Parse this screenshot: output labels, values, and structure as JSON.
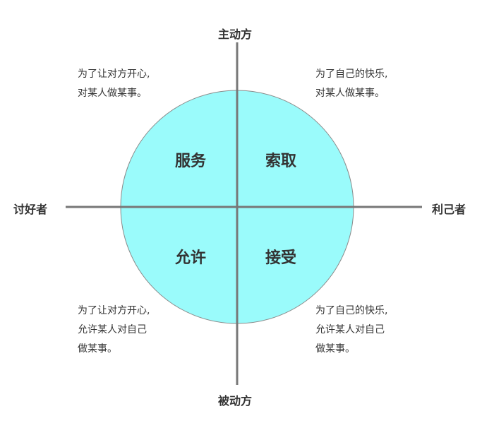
{
  "axes": {
    "top": "主动方",
    "bottom": "被动方",
    "left": "讨好者",
    "right": "利己者"
  },
  "quadrants": {
    "top_left": {
      "label": "服务",
      "desc": [
        "为了让对方开心,",
        "对某人做某事。"
      ]
    },
    "top_right": {
      "label": "索取",
      "desc": [
        "为了自己的快乐,",
        "对某人做某事。"
      ]
    },
    "bottom_left": {
      "label": "允许",
      "desc": [
        "为了让对方开心,",
        "允许某人对自己",
        "做某事。"
      ]
    },
    "bottom_right": {
      "label": "接受",
      "desc": [
        "为了自己的快乐,",
        "允许某人对自己",
        "做某事。"
      ]
    }
  },
  "colors": {
    "circle_fill": "#9afbfb",
    "circle_stroke": "#8a8a8a",
    "axis_line": "#777777"
  }
}
